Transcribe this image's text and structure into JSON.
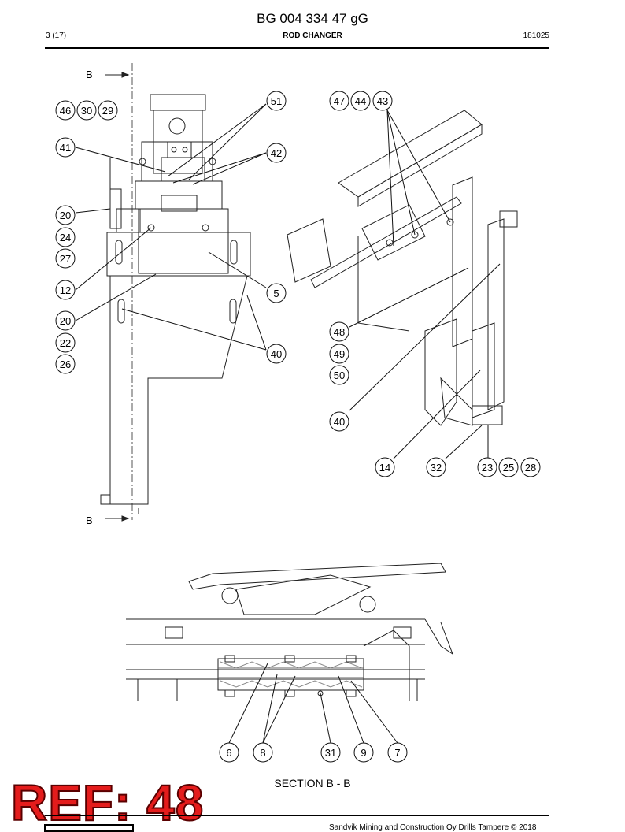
{
  "header": {
    "doc_number": "BG 004 334 47 gG",
    "page": "3 (17)",
    "title": "ROD CHANGER",
    "date": "181025"
  },
  "section_marks": {
    "top": "B",
    "bottom": "B"
  },
  "callouts_left": [
    "46",
    "30",
    "29",
    "41",
    "20",
    "24",
    "27",
    "12",
    "20",
    "22",
    "26",
    "51",
    "42",
    "5",
    "40"
  ],
  "callouts_right": [
    "47",
    "44",
    "43",
    "48",
    "49",
    "50",
    "40",
    "14",
    "32",
    "23",
    "25",
    "28"
  ],
  "callouts_section": [
    "6",
    "8",
    "31",
    "9",
    "7"
  ],
  "section_label": "SECTION B - B",
  "stamp": "REF: 48",
  "footer": {
    "copyright": "Sandvik Mining and Construction Oy Drills Tampere © 2018"
  }
}
